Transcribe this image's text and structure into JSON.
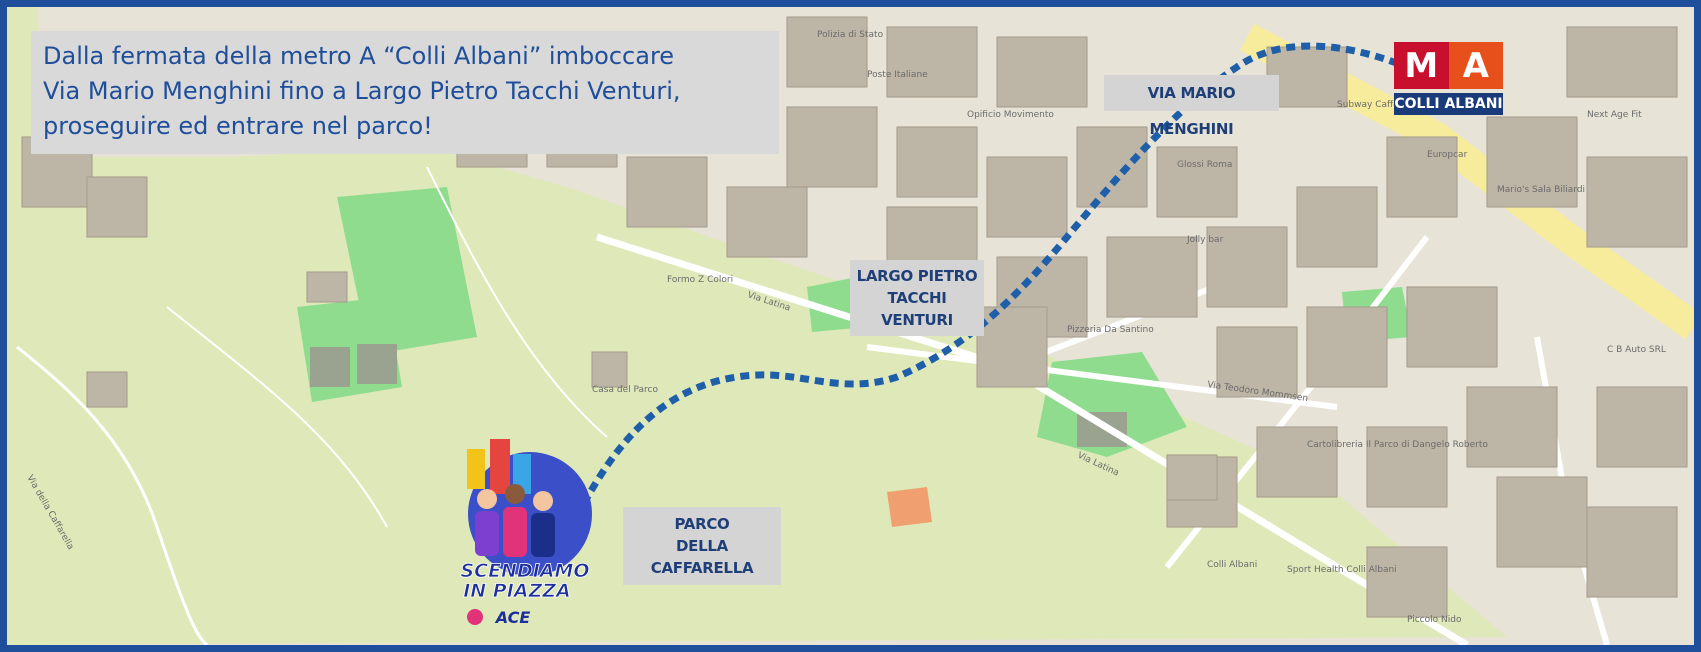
{
  "intro": {
    "line1": "Dalla fermata della metro A “Colli Albani” imboccare",
    "line2": "Via Mario Menghini fino a Largo Pietro Tacchi Venturi,",
    "line3": "proseguire ed entrare nel parco!"
  },
  "labels": {
    "via_mario_menghini": "VIA MARIO MENGHINI",
    "largo_line1": "LARGO PIETRO",
    "largo_line2": "TACCHI VENTURI",
    "parco_line1": "PARCO",
    "parco_line2": "DELLA CAFFARELLA"
  },
  "metro": {
    "letter_m": "M",
    "letter_a": "A",
    "station": "COLLI ALBANI"
  },
  "event_logo": {
    "line1": "SCENDIAMO",
    "line2": "IN PIAZZA",
    "sponsor": "ACE"
  },
  "map_text": {
    "poste": "Poste Italiane",
    "polizia": "Polizia di Stato",
    "opificio": "Opificio Movimento",
    "europcar": "Europcar",
    "subway": "Subway Caffè",
    "pizzeria": "Pizzeria Da Santino",
    "cartolibreria": "Cartolibreria Il Parco di Dangelo Roberto",
    "casa_del_parco": "Casa del Parco",
    "via_latina": "Via Latina",
    "via_caffarella": "Via della Caffarella",
    "via_menghini_street": "Via Teodoro Mommsen",
    "colli_albani_station": "Colli Albani",
    "piccolo_nido": "Piccolo Nido",
    "next_age": "Next Age Fit",
    "cb_auto": "C B Auto SRL",
    "marios": "Mario's Sala Biliardi",
    "formo": "Formo Z Colori",
    "sport_health": "Sport Health Colli Albani",
    "jolly_bar": "Jolly bar",
    "glossi": "Glossi Roma"
  },
  "colors": {
    "frame": "#1f4e9a",
    "route": "#1f5faa",
    "park": "#dfe8b8",
    "green": "#8fd88f",
    "building": "#bdb5a6",
    "callout_bg": "#d9d9d9",
    "metro_m": "#c8102e",
    "metro_a": "#e8501b"
  },
  "icons": [
    "metro-icon",
    "event-logo-icon",
    "route-line"
  ]
}
